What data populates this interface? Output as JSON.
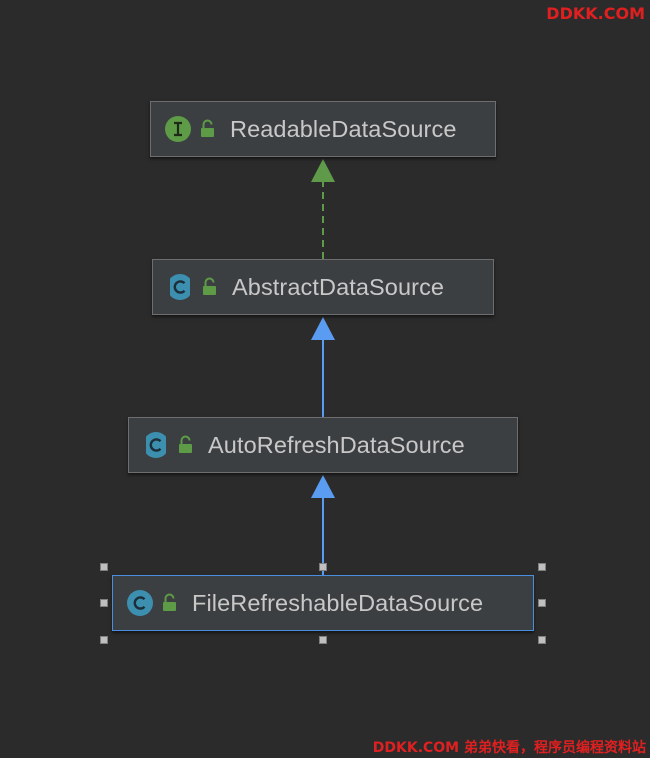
{
  "diagram": {
    "nodes": [
      {
        "id": "readable",
        "name": "ReadableDataSource",
        "kind": "interface",
        "kind_icon": "interface-icon",
        "access_icon": "public-lock-icon"
      },
      {
        "id": "abstract",
        "name": "AbstractDataSource",
        "kind": "abstract-class",
        "kind_icon": "abstract-class-icon",
        "access_icon": "public-lock-icon"
      },
      {
        "id": "autorefresh",
        "name": "AutoRefreshDataSource",
        "kind": "abstract-class",
        "kind_icon": "abstract-class-icon",
        "access_icon": "public-lock-icon"
      },
      {
        "id": "filerefreshable",
        "name": "FileRefreshableDataSource",
        "kind": "class",
        "kind_icon": "class-icon",
        "access_icon": "public-lock-icon",
        "selected": true
      }
    ],
    "edges": [
      {
        "from": "abstract",
        "to": "readable",
        "type": "implements",
        "style": "dashed",
        "color": "#5f9a4a"
      },
      {
        "from": "autorefresh",
        "to": "abstract",
        "type": "extends",
        "style": "solid",
        "color": "#5a9cf2"
      },
      {
        "from": "filerefreshable",
        "to": "autorefresh",
        "type": "extends",
        "style": "solid",
        "color": "#5a9cf2"
      }
    ]
  },
  "colors": {
    "background": "#2b2b2b",
    "node_fill": "#3c3f41",
    "node_border": "#6e6e6e",
    "selected_border": "#4a8ee0",
    "node_text": "#c8c8c8",
    "interface_icon": "#5d9b47",
    "class_icon": "#3d8fb0",
    "lock_icon": "#5d9b47",
    "watermark": "#e02020"
  },
  "watermarks": {
    "top": "DDKK.COM",
    "bottom": "DDKK.COM 弟弟快看，程序员编程资料站"
  }
}
